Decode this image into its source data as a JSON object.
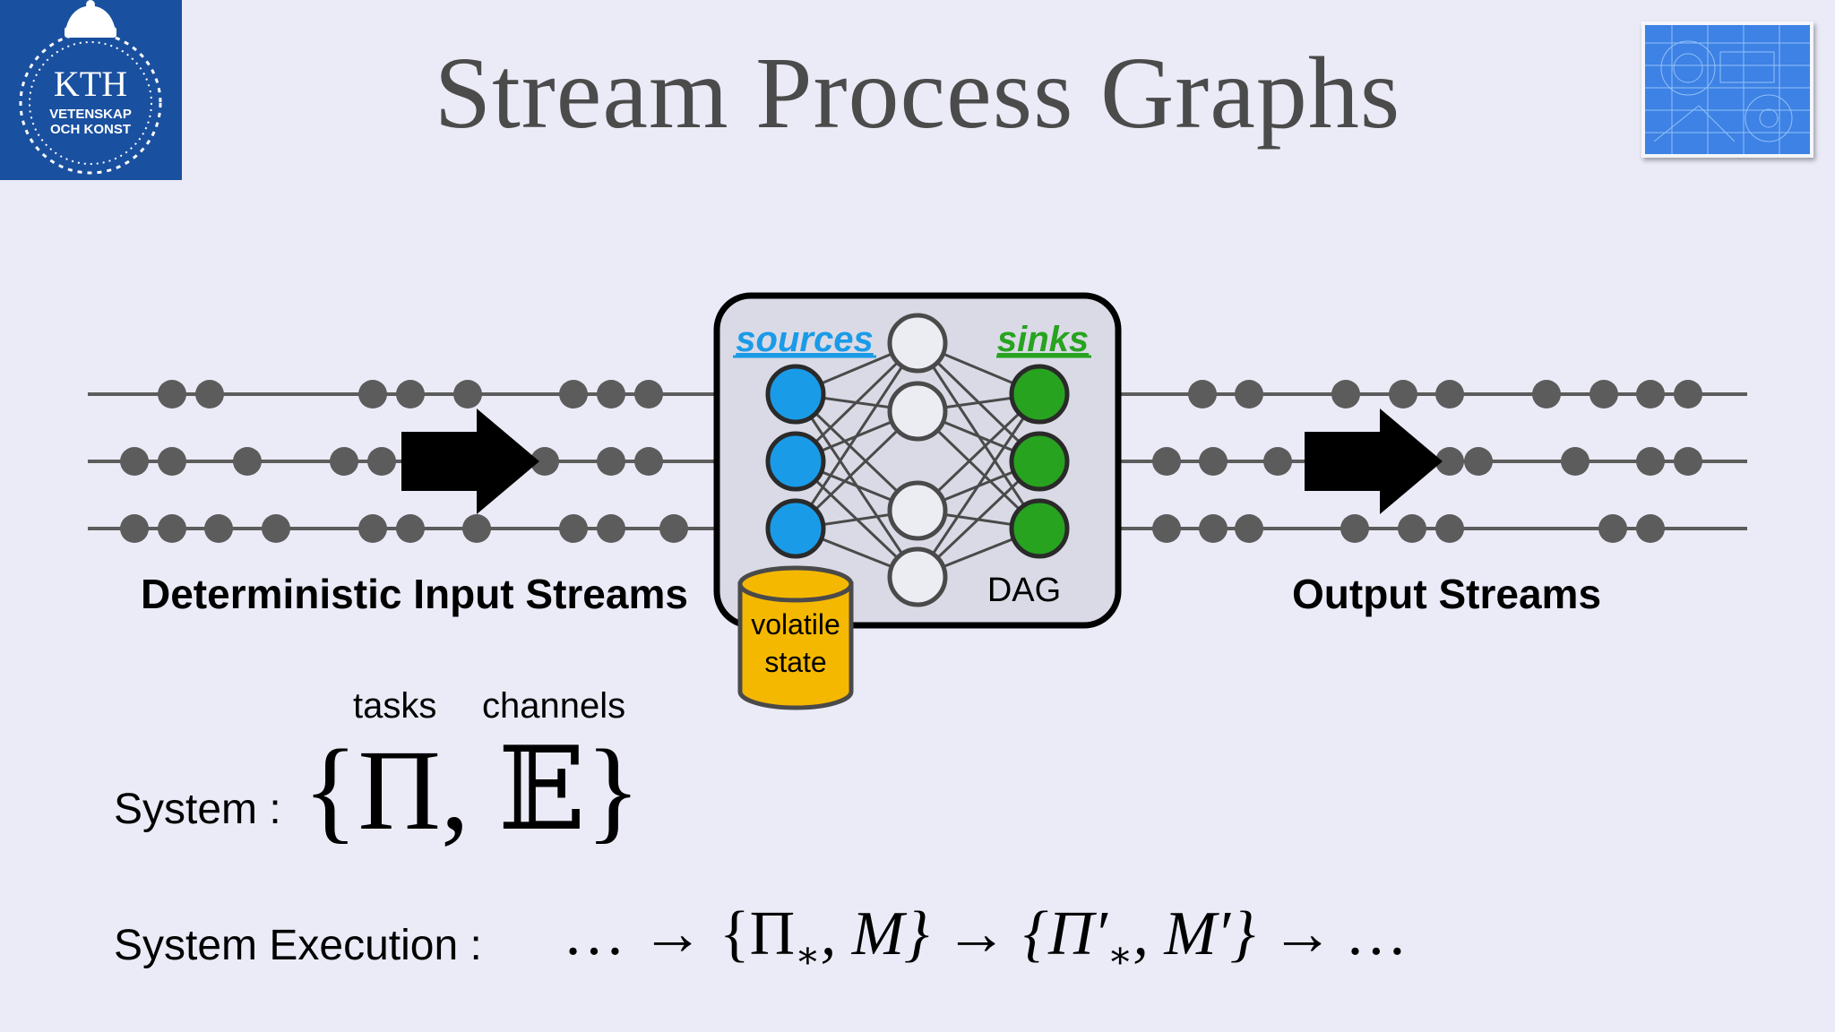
{
  "slide": {
    "title": "Stream Process Graphs"
  },
  "logo": {
    "name": "KTH",
    "line1": "VETENSKAP",
    "line2": "OCH KONST"
  },
  "diagram": {
    "sources_label": "sources",
    "sinks_label": "sinks",
    "dag_label": "DAG",
    "state_line1": "volatile",
    "state_line2": "state",
    "input_label": "Deterministic Input Streams",
    "output_label": "Output Streams",
    "colors": {
      "source": "#1a9be8",
      "sink": "#27a320",
      "hidden": "#ececf3",
      "dot": "#5c5c5c",
      "state": "#f5b800",
      "box": "#dadae6"
    }
  },
  "equations": {
    "tasks_label": "tasks",
    "channels_label": "channels",
    "system_label": "System :",
    "system_open": "{",
    "system_pi": "Π",
    "system_comma": ",",
    "system_e": "𝔼",
    "system_close": "}",
    "execution_label": "System Execution :",
    "execution_formula_1": "… → {Π",
    "execution_sub_1": "∗",
    "execution_formula_2": ", M} → {Π′",
    "execution_sub_2": "∗",
    "execution_formula_3": ", M′} → …"
  }
}
